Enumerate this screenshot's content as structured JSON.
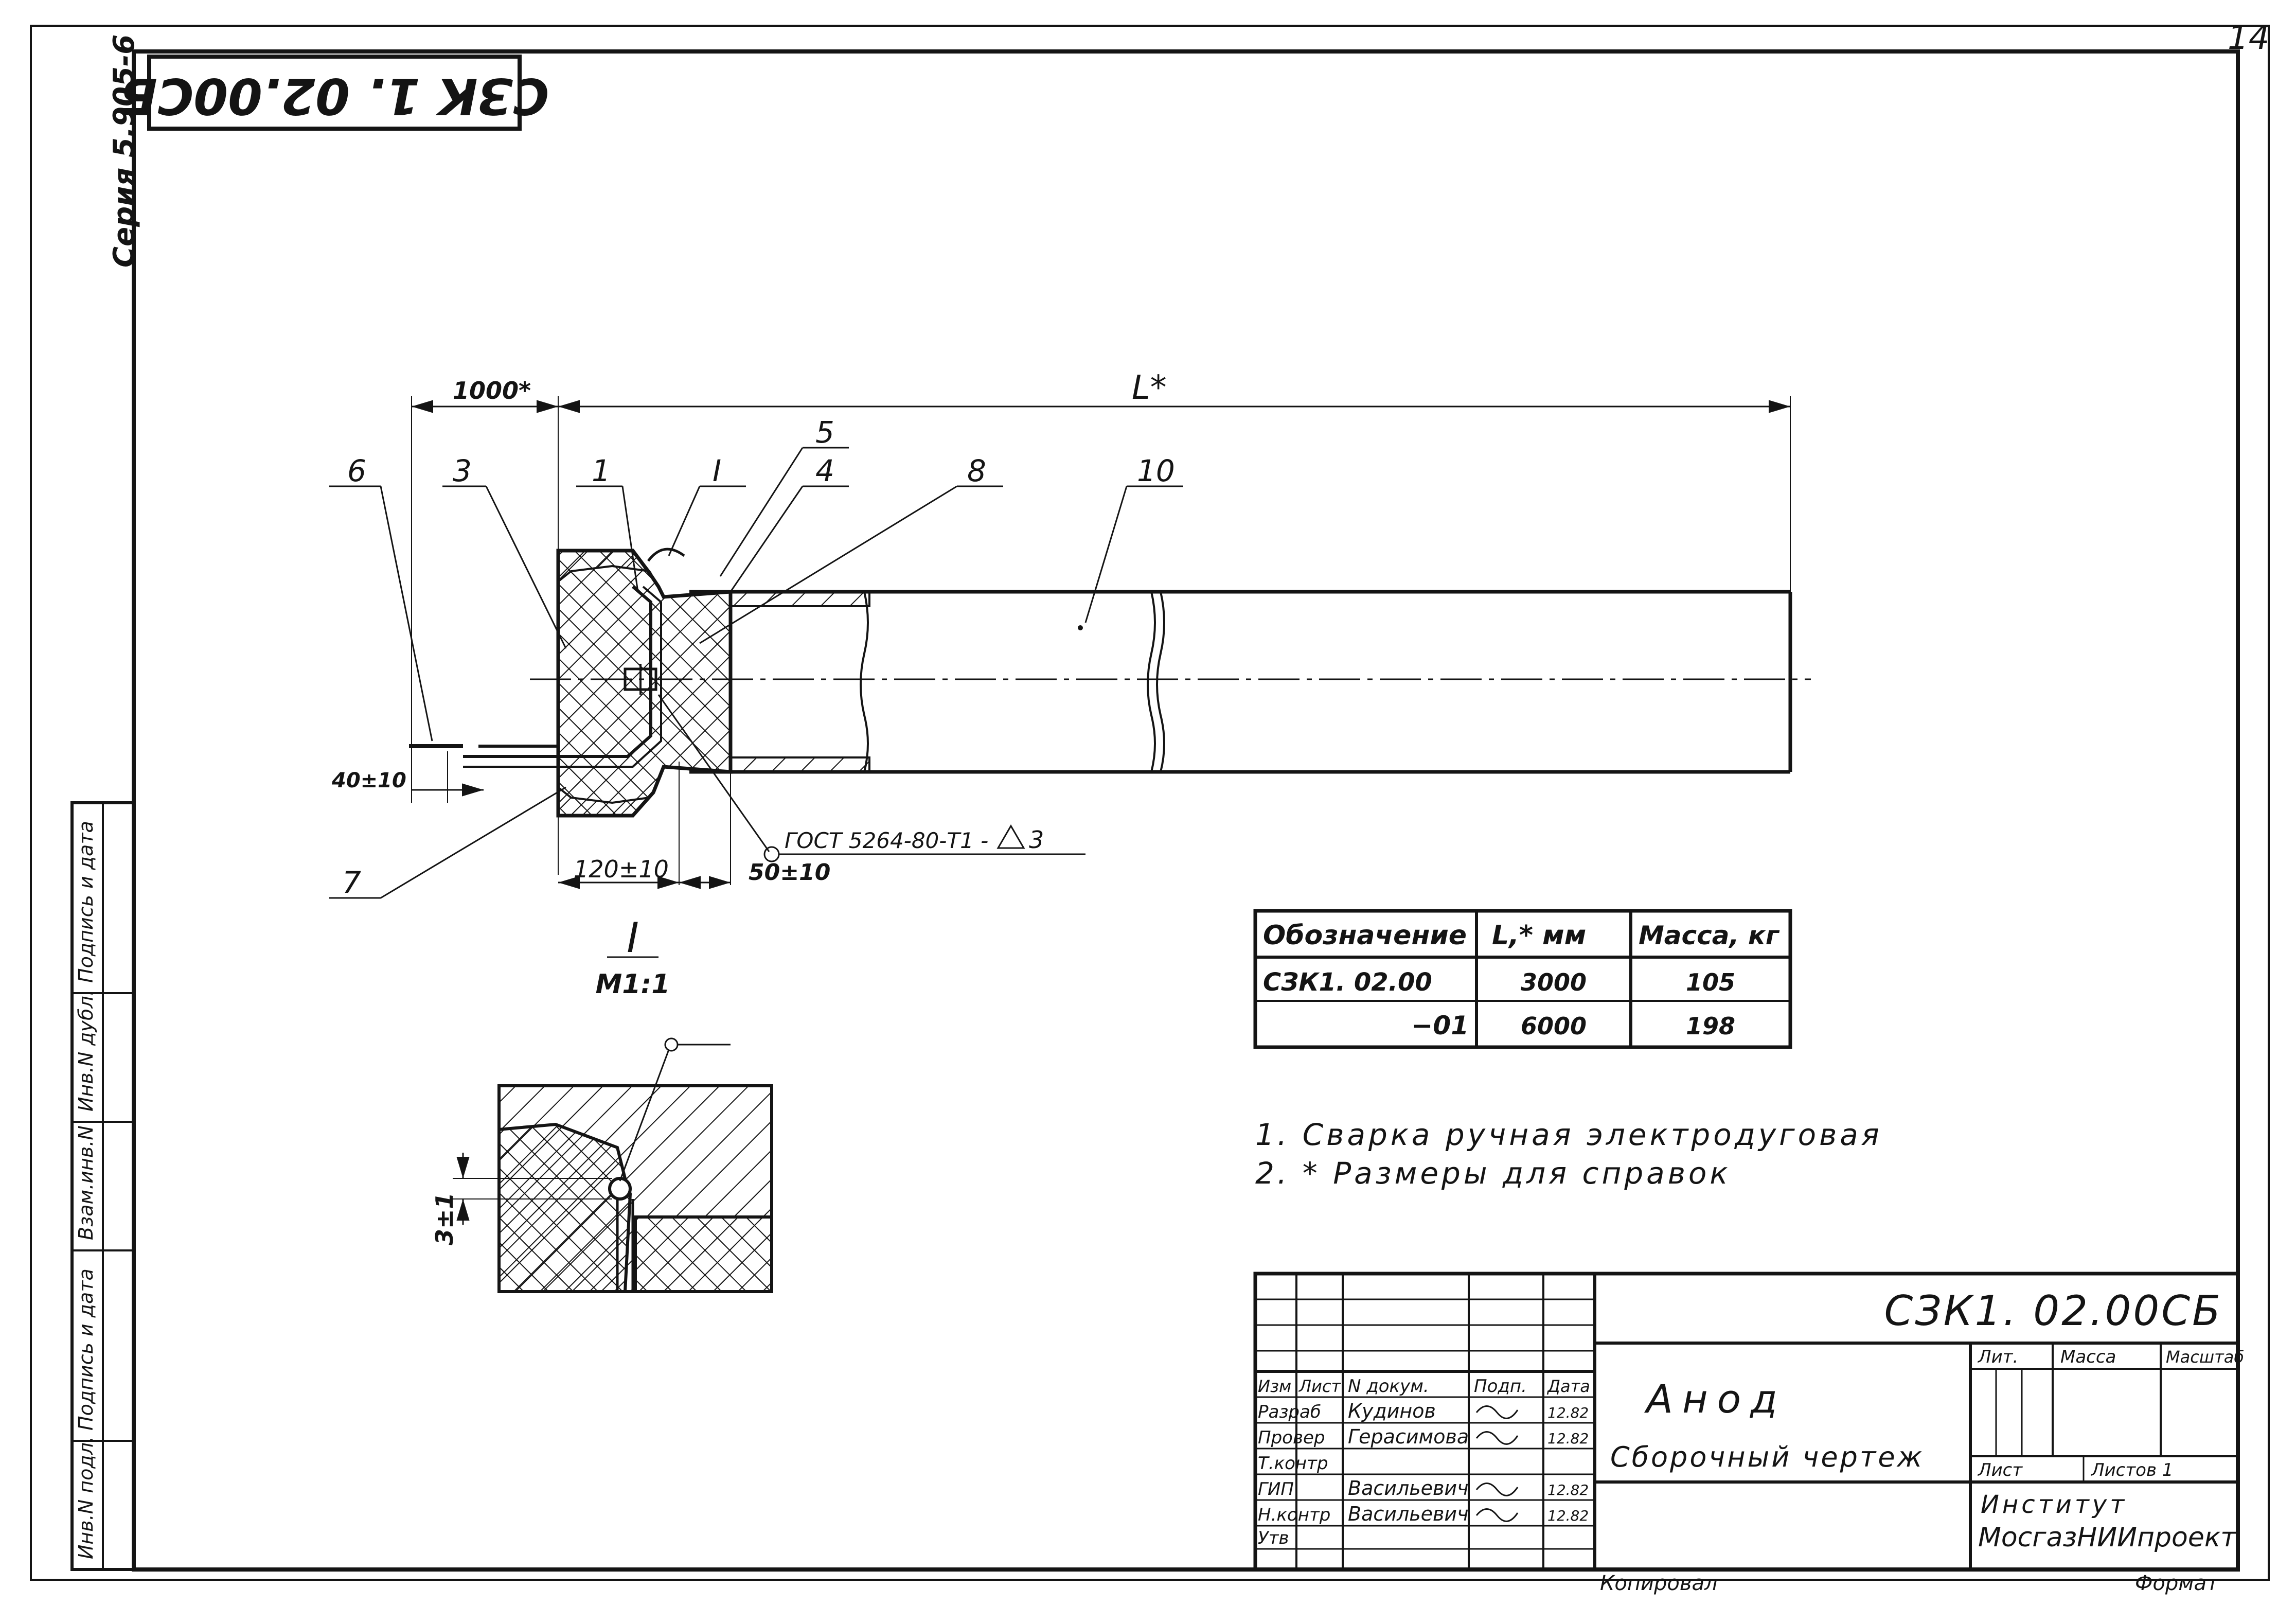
{
  "sheet": {
    "page_number": "14",
    "series": "Серия 5.905-6",
    "designation_rotated": "СЗК 1. 02.00СБ"
  },
  "drawing": {
    "dim_1000": "1000*",
    "dim_L": "L*",
    "dim_40": "40±10",
    "dim_120": "120±10",
    "dim_50": "50±10",
    "leaders": [
      "6",
      "3",
      "1",
      "I",
      "5",
      "4",
      "8",
      "10",
      "7"
    ],
    "weld_note": "ГОСТ 5264-80-Т1 -",
    "weld_leg": "3"
  },
  "detail": {
    "label": "I",
    "scale": "М1:1",
    "dim": "3±1"
  },
  "spec_table": {
    "headers": [
      "Обозначение",
      "L,* мм",
      "Масса, кг"
    ],
    "rows": [
      [
        "СЗК1. 02.00",
        "3000",
        "105"
      ],
      [
        "−01",
        "6000",
        "198"
      ]
    ]
  },
  "notes": [
    "1. Сварка ручная электродуговая",
    "2. * Размеры для справок"
  ],
  "title_block": {
    "designation": "СЗК1. 02.00СБ",
    "name": "Анод",
    "doc_type": "Сборочный чертеж",
    "col_headers": [
      "Изм",
      "Лист",
      "N докум.",
      "Подп.",
      "Дата"
    ],
    "roles": [
      "Разраб",
      "Провер",
      "Т.контр",
      "ГИП",
      "Н.контр",
      "Утв"
    ],
    "names": [
      "Кудинов",
      "Герасимова",
      "",
      "Васильевич",
      "Васильевич",
      ""
    ],
    "dates": [
      "12.82",
      "12.82",
      "",
      "12.82",
      "12.82",
      ""
    ],
    "lit": "Лит.",
    "mass": "Масса",
    "scale": "Масштаб",
    "sheet": "Лист",
    "sheets": "Листов 1",
    "org_line1": "Институт",
    "org_line2": "МосгазНИИпроект",
    "copied": "Копировал",
    "format": "Формат"
  },
  "sidebar": {
    "labels": [
      "Инв.N подл.",
      "Подпись и дата",
      "Взам.инв.N",
      "Инв.N дубл.",
      "Подпись и дата"
    ]
  }
}
